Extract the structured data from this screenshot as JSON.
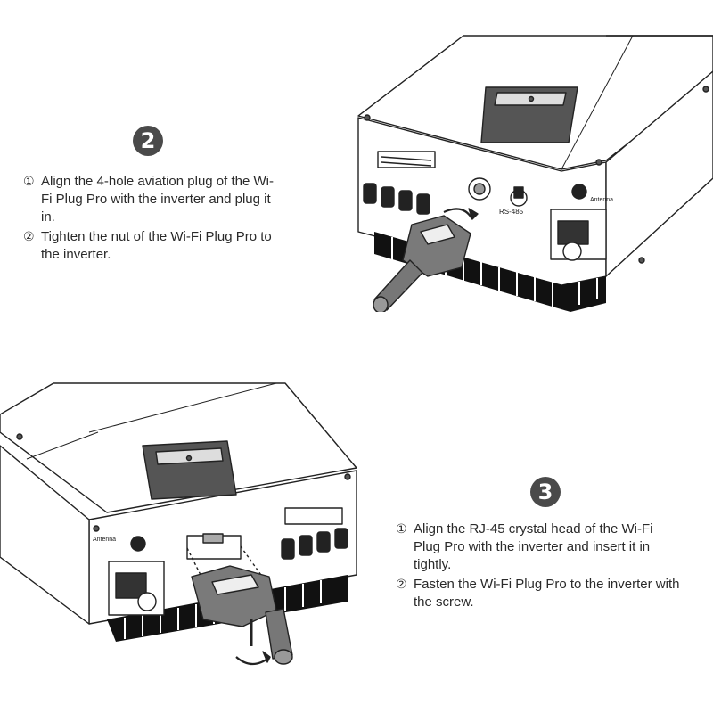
{
  "step2": {
    "number": "2",
    "items": [
      {
        "marker": "①",
        "text": "Align the 4-hole aviation plug of the Wi-Fi Plug Pro with the inverter and plug it in."
      },
      {
        "marker": "②",
        "text": "Tighten the nut of the Wi-Fi Plug Pro to the inverter."
      }
    ],
    "labels": {
      "rs485": "RS-485",
      "antenna": "Antenna"
    }
  },
  "step3": {
    "number": "3",
    "items": [
      {
        "marker": "①",
        "text": "Align the RJ-45 crystal head of the Wi-Fi Plug Pro with the inverter and insert it in tightly."
      },
      {
        "marker": "②",
        "text": "Fasten the Wi-Fi Plug Pro to the inverter with the screw."
      }
    ],
    "labels": {
      "antenna": "Antenna"
    }
  }
}
